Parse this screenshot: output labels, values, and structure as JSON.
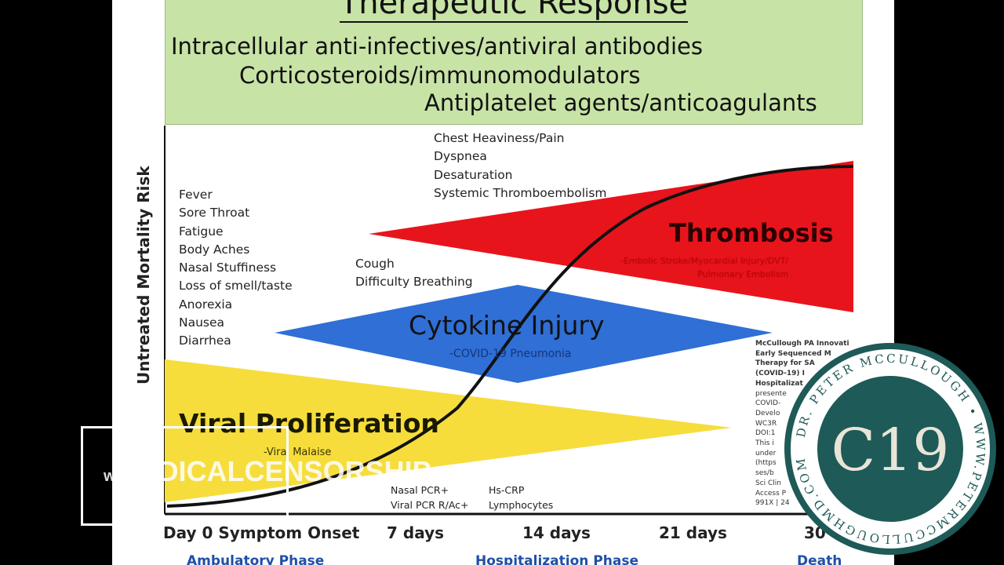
{
  "banner": {
    "title": "Therapeutic Response",
    "lines": [
      "Intracellular anti-infectives/antiviral antibodies",
      "Corticosteroids/immunomodulators",
      "Antiplatelet agents/anticoagulants"
    ]
  },
  "y_axis_label": "Untreated Mortality Risk",
  "symptoms_early": [
    "Fever",
    "Sore Throat",
    "Fatigue",
    "Body Aches",
    "Nasal Stuffiness",
    "Loss of smell/taste",
    "Anorexia",
    "Nausea",
    "Diarrhea"
  ],
  "symptoms_mid": [
    "Cough",
    "Difficulty Breathing"
  ],
  "symptoms_late": [
    "Chest Heaviness/Pain",
    "Dyspnea",
    "Desaturation",
    "Systemic Thromboembolism"
  ],
  "phases": {
    "thrombosis": {
      "name": "Thrombosis",
      "sub": "-Embolic Stroke/Myocardial Injury/DVT/\nPulmonary Embolism",
      "color": "#e8141c"
    },
    "cytokine": {
      "name": "Cytokine Injury",
      "sub": "-COVID-19 Pneumonia",
      "color": "#2f6fd6"
    },
    "viral": {
      "name": "Viral Proliferation",
      "sub": "-Viral Malaise",
      "color": "#f6dd3c"
    }
  },
  "labs_left": [
    "Nasal PCR+",
    "Viral PCR R/Ac+"
  ],
  "labs_right": [
    "Hs-CRP",
    "Lymphocytes"
  ],
  "x_ticks": [
    "Day 0 Symptom Onset",
    "7 days",
    "14 days",
    "21 days",
    "30"
  ],
  "phase_labels": [
    "Ambulatory Phase",
    "Hospitalization Phase",
    "Death"
  ],
  "reference": [
    "McCullough PA Innovati",
    "Early Sequenced M",
    "Therapy for SA",
    "(COVID-19) I",
    "Hospitalizat",
    "presente",
    "COVID-",
    "Develo",
    "WC3R",
    "DOI:1",
    "This i",
    "under",
    "(https",
    "ses/b",
    "Sci Clin",
    "Access P",
    "991X | 24"
  ],
  "overlay": {
    "text": "MEDICALCENSORSHIP",
    "prefix": "w"
  },
  "logo": {
    "center": "C19",
    "ring_text": "DR. PETER MCCULLOUGH  •  WWW.PETERMCCULLOUGHMD.COM  •",
    "ring_color": "#1e5a57",
    "bg_color": "#fff"
  }
}
